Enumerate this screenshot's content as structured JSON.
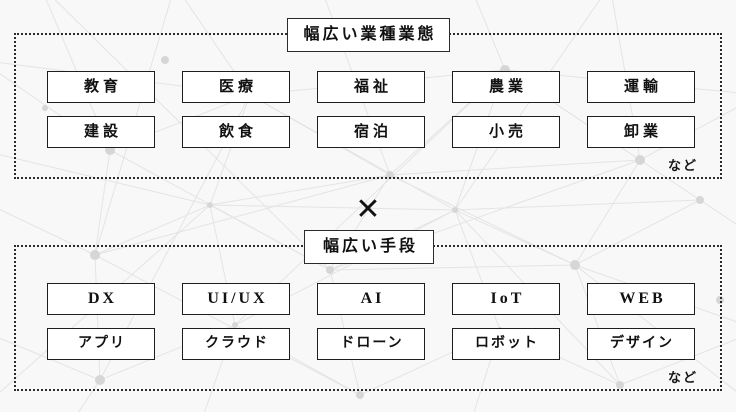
{
  "background": {
    "color": "#f8f8f8",
    "pattern": "network-constellation",
    "line_color": "#e2e2e2",
    "node_color": "#d4d4d4"
  },
  "sections": [
    {
      "id": "industries",
      "heading": "幅広い業種業態",
      "etc_note": "など",
      "tags": [
        "教育",
        "医療",
        "福祉",
        "農業",
        "運輸",
        "建設",
        "飲食",
        "宿泊",
        "小売",
        "卸業"
      ]
    },
    {
      "id": "methods",
      "heading": "幅広い手段",
      "etc_note": "など",
      "tags": [
        "DX",
        "UI/UX",
        "AI",
        "IoT",
        "WEB",
        "アプリ",
        "クラウド",
        "ドローン",
        "ロボット",
        "デザイン"
      ]
    }
  ],
  "connector": {
    "symbol": "✕",
    "name": "multiply-symbol"
  },
  "colors": {
    "text": "#111111",
    "border": "#1e1e1e",
    "panel_border": "#2b2b2b",
    "chip_background": "#ffffff"
  }
}
